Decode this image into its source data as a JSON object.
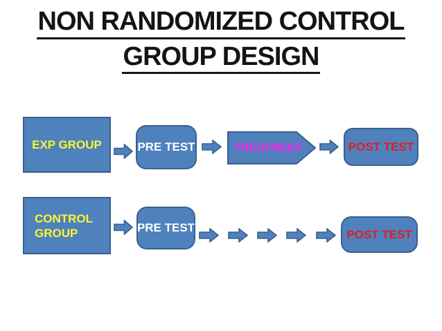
{
  "slide": {
    "title": {
      "line1": "NON RANDOMIZED CONTROL",
      "line2": "GROUP DESIGN"
    },
    "diagram": {
      "experimental_row": {
        "group_label": "EXP GROUP",
        "pretest_label": "PRE TEST",
        "treatment_label": "TREATMENT",
        "posttest_label": "POST TEST"
      },
      "control_row": {
        "group_label": "CONTROL GROUP",
        "pretest_label": "PRE TEST",
        "posttest_label": "POST TEST",
        "passage_arrow_count": 5
      }
    },
    "colors": {
      "background": "#FFFFFF",
      "title_text": "#141414",
      "shape_fill": "#4F81BD",
      "shape_border": "#38608C",
      "group_label_text": "#FCF732",
      "pretest_label_text": "#FFFFFF",
      "treatment_label_text": "#E828E0",
      "posttest_label_text": "#DE1F1F"
    }
  }
}
